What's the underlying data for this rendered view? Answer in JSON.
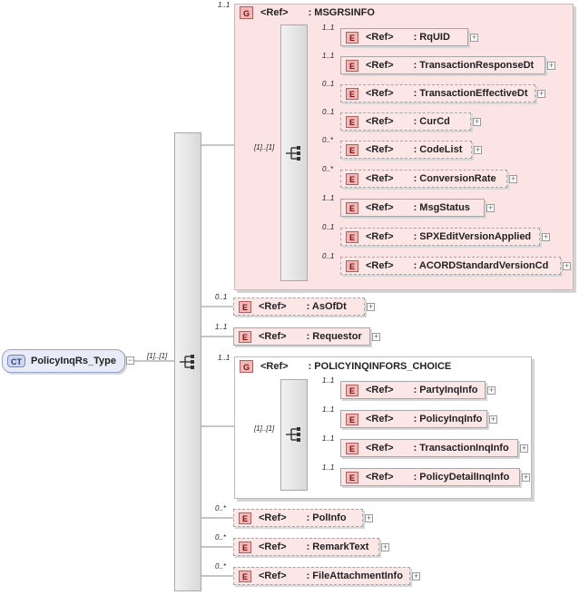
{
  "complex_type": {
    "badge": "CT",
    "name": "PolicyInqRs_Type",
    "card": "[1]..[1]"
  },
  "labels": {
    "ref": "<Ref>",
    "elem_badge": "E",
    "group_badge": "G",
    "expander": "+"
  },
  "groups": [
    {
      "id": "msgrsinfo",
      "name": ": MSGRSINFO",
      "card": "1..1",
      "seq_card": "[1]..[1]",
      "children": [
        {
          "name": ": RqUID",
          "card": "1..1",
          "optional": false
        },
        {
          "name": ": TransactionResponseDt",
          "card": "1..1",
          "optional": false
        },
        {
          "name": ": TransactionEffectiveDt",
          "card": "0..1",
          "optional": true
        },
        {
          "name": ": CurCd",
          "card": "0..1",
          "optional": true
        },
        {
          "name": ": CodeList",
          "card": "0..*",
          "optional": true
        },
        {
          "name": ": ConversionRate",
          "card": "0..*",
          "optional": true
        },
        {
          "name": ": MsgStatus",
          "card": "1..1",
          "optional": false
        },
        {
          "name": ": SPXEditVersionApplied",
          "card": "0..1",
          "optional": true
        },
        {
          "name": ": ACORDStandardVersionCd",
          "card": "0..1",
          "optional": true
        }
      ]
    },
    {
      "id": "choice",
      "name": ": POLICYINQINFORS_CHOICE",
      "card": "1..1",
      "seq_card": "[1]..[1]",
      "children": [
        {
          "name": ": PartyInqInfo",
          "card": "1..1",
          "optional": false
        },
        {
          "name": ": PolicyInqInfo",
          "card": "1..1",
          "optional": false
        },
        {
          "name": ": TransactionInqInfo",
          "card": "1..1",
          "optional": false
        },
        {
          "name": ": PolicyDetailInqInfo",
          "card": "1..1",
          "optional": false
        }
      ]
    }
  ],
  "elements": [
    {
      "name": ": AsOfDt",
      "card": "0..1",
      "optional": true
    },
    {
      "name": ": Requestor",
      "card": "1..1",
      "optional": false
    },
    {
      "name": ": PolInfo",
      "card": "0..*",
      "optional": true
    },
    {
      "name": ": RemarkText",
      "card": "0..*",
      "optional": true
    },
    {
      "name": ": FileAttachmentInfo",
      "card": "0..*",
      "optional": true
    }
  ],
  "colors": {
    "element_fill": "#fde6e6",
    "group_fill": "#fde4e4",
    "badge_fill": "#f2b8b8",
    "ct_fill": "#e9ecf8"
  }
}
